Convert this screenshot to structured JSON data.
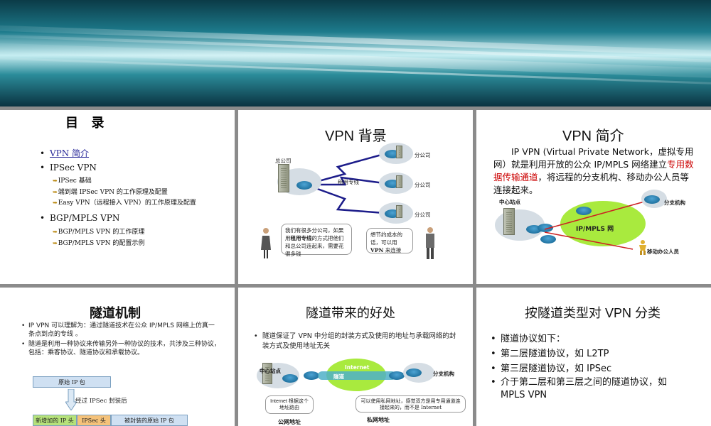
{
  "slide1": {
    "title": "目  录",
    "items": [
      {
        "label": "VPN 简介"
      },
      {
        "label": "IPSec VPN",
        "subs": [
          "IPSec 基础",
          "端到端 IPSec VPN 的工作原理及配置",
          "Easy VPN（远程接入 VPN）的工作原理及配置"
        ]
      },
      {
        "label": "BGP/MPLS VPN",
        "subs": [
          "BGP/MPLS VPN 的工作原理",
          "BGP/MPLS VPN 的配置示例"
        ]
      }
    ]
  },
  "slide2": {
    "title": "VPN 背景",
    "hq": "总公司",
    "branch": "分公司",
    "line_label": "租用专线",
    "callout_left_pre": "我们有很多分公司，如果用",
    "callout_left_bold": "租用专线",
    "callout_left_post": "的方式把他们和总公司连起来，需要花很多钱",
    "callout_right_pre": "想节约成本的话，可以用",
    "callout_right_bold": "VPN",
    "callout_right_post": " 来连接"
  },
  "slide3": {
    "title": "VPN 简介",
    "text_pre": "IP VPN (Virtual Private Network，虚拟专用网）就是利用开放的公众 IP/MPLS 网络建立",
    "text_highlight": "专用数据传输通道",
    "text_post": "，将远程的分支机构、移动办公人员等连接起来。",
    "center": "中心站点",
    "cloud": "IP/MPLS 网",
    "branch": "分支机构",
    "mobile": "移动办公人员",
    "highlight_color": "#cc0000"
  },
  "slide4": {
    "title": "隧道机制",
    "bullets": [
      "IP VPN 可以理解为：通过隧道技术在公众 IP/MPLS 网络上仿真一条点到点的专线 。",
      "隧道是利用一种协议来传输另外一种协议的技术，共涉及三种协议，包括：乘客协议、隧道协议和承载协议。"
    ],
    "orig_packet": "原始 IP 包",
    "arrow_label": "经过 IPSec 封装后",
    "new_header": "新增加的 IP 头",
    "ipsec_header": "IPSec 头",
    "encap_orig": "被封装的原始 IP 包"
  },
  "slide5": {
    "title": "隧道带来的好处",
    "bullet": "隧道保证了 VPN 中分组的封装方式及使用的地址与承载网络的封装方式及使用地址无关",
    "center": "中心站点",
    "internet": "Internet",
    "tunnel": "隧道",
    "branch": "分支机构",
    "callout_left": "Internet 根据这个地址路由",
    "callout_right": "可以使用私网地址，感觉双方是用专用通道连接起来的，而不是 Internet",
    "public_addr": "公网地址",
    "private_addr": "私网地址"
  },
  "slide6": {
    "title": "按隧道类型对 VPN 分类",
    "bullets": [
      "隧道协议如下：",
      "第二层隧道协议，如 L2TP",
      "第三层隧道协议，如 IPSec",
      "介于第二层和第三层之间的隧道协议，如 MPLS VPN"
    ]
  }
}
